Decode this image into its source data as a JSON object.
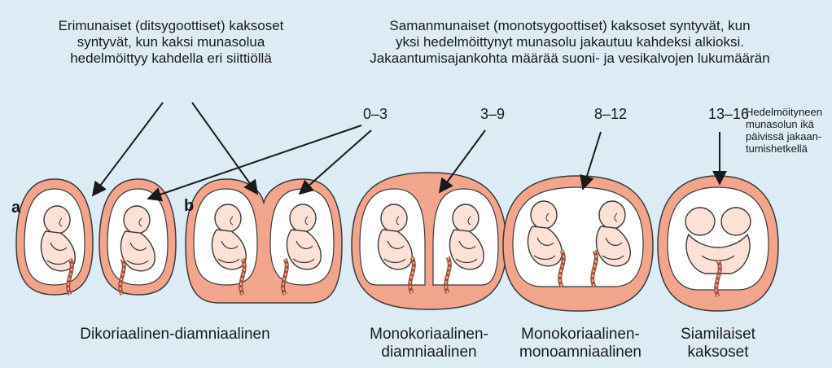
{
  "dizygotic_text": [
    "Erimunaiset (ditsygoottiset) kaksoset",
    "syntyvät, kun kaksi munasolua",
    "hedelmöittyy kahdella eri siittiöllä"
  ],
  "monozygotic_text": [
    "Samanmunaiset (monotsygoottiset) kaksoset syntyvät, kun",
    "yksi hedelmöittynyt munasolu jakautuu kahdeksi alkioksi.",
    "Jakaantumisajankohta määrää suoni- ja vesikalvojen lukumäärän"
  ],
  "days": [
    "0–3",
    "3–9",
    "8–12",
    "13–16"
  ],
  "age_note": [
    "Hedelmöityneen",
    "munasolun ikä",
    "päivissä jakaan-",
    "tumishetkellä"
  ],
  "panel_a": "a",
  "panel_b": "b",
  "captions": {
    "dichorionic": "Dikoriaalinen-diamniaalinen",
    "monochorionic_diamniotic": [
      "Monokoriaalinen-",
      "diamniaalinen"
    ],
    "monochorionic_monoamniotic": [
      "Monokoriaalinen-",
      "monoamniaalinen"
    ],
    "conjoined": [
      "Siamilaiset",
      "kaksoset"
    ]
  },
  "colors": {
    "background": "#ddebf5",
    "chorion": "#f2a58d",
    "amnion": "#ffffff",
    "cord": "#a0503a",
    "fetus": "#fbe1d6"
  }
}
